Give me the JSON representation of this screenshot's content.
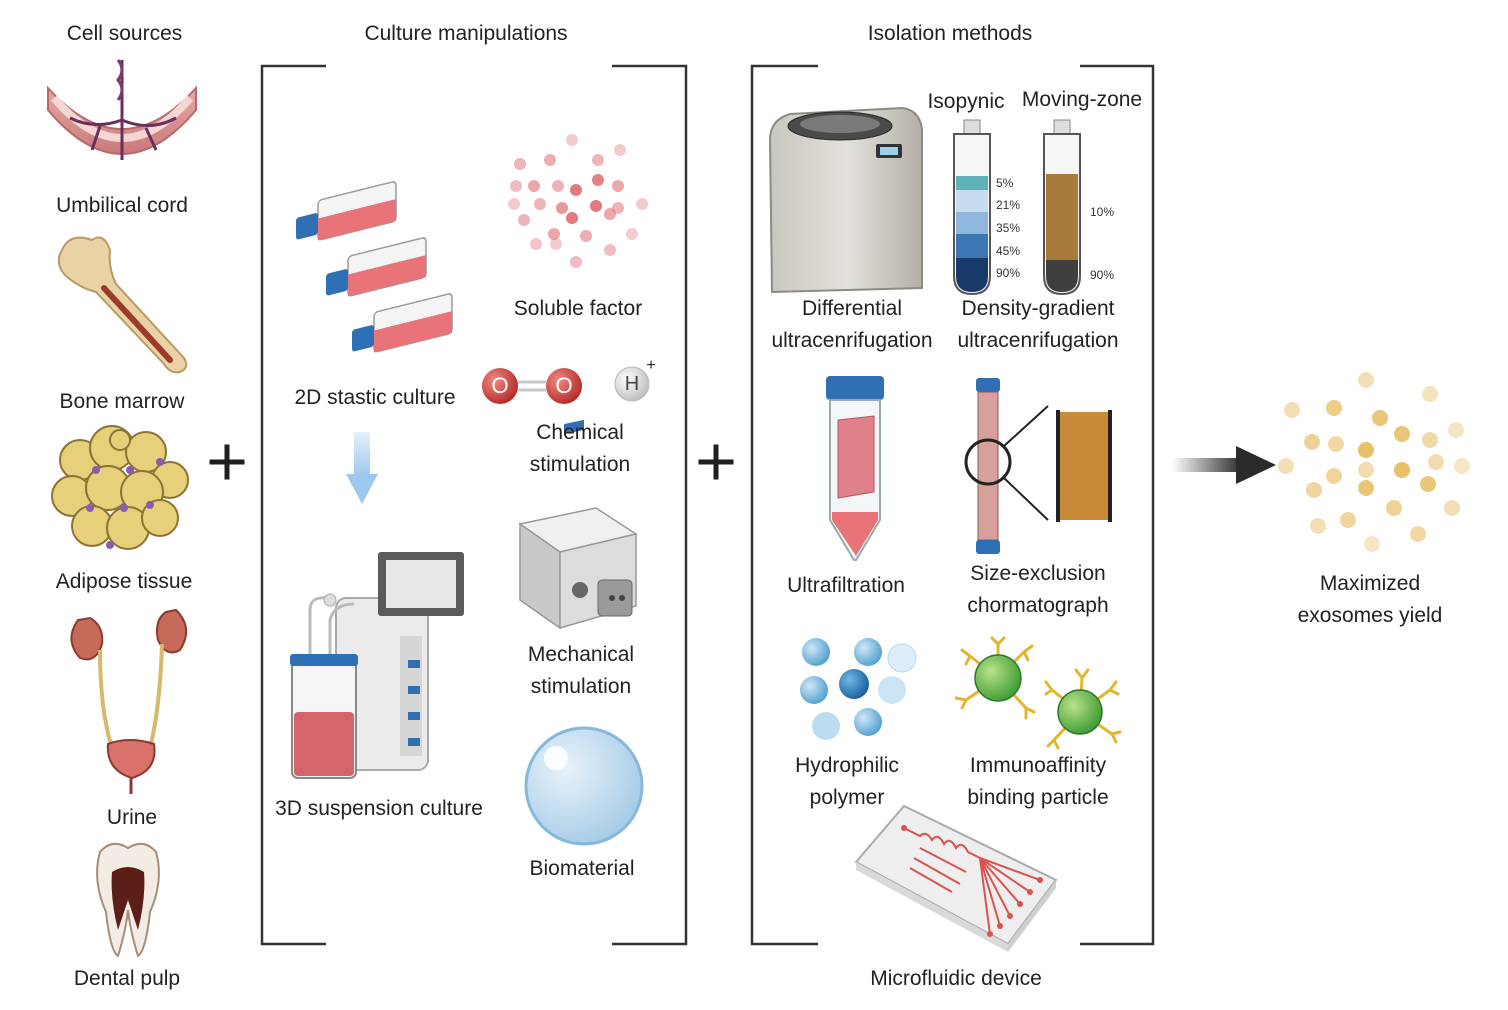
{
  "headers": {
    "cell_sources": "Cell sources",
    "culture_manipulations": "Culture manipulations",
    "isolation_methods": "Isolation methods"
  },
  "cell_sources": [
    {
      "label": "Umbilical cord",
      "icon": "umbilical-cord-icon"
    },
    {
      "label": "Bone marrow",
      "icon": "bone-icon"
    },
    {
      "label": "Adipose tissue",
      "icon": "adipose-cells-icon"
    },
    {
      "label": "Urine",
      "icon": "urinary-system-icon"
    },
    {
      "label": "Dental pulp",
      "icon": "tooth-icon"
    }
  ],
  "culture": {
    "static_2d": "2D stastic culture",
    "suspension_3d": "3D suspension culture",
    "soluble_factor": "Soluble factor",
    "chemical_line1": "Chemical",
    "chemical_line2": "stimulation",
    "mechanical_line1": "Mechanical",
    "mechanical_line2": "stimulation",
    "biomaterial": "Biomaterial",
    "o2_atom": "O",
    "h_atom": "H",
    "h_charge": "+"
  },
  "isolation": {
    "isopynic": "Isopynic",
    "moving_zone": "Moving-zone",
    "differential_line1": "Differential",
    "differential_line2": "ultracenrifugation",
    "density_line1": "Density-gradient",
    "density_line2": "ultracenrifugation",
    "ultrafiltration": "Ultrafiltration",
    "sec_line1": "Size-exclusion",
    "sec_line2": "chormatograph",
    "hydrophilic_line1": "Hydrophilic",
    "hydrophilic_line2": "polymer",
    "immuno_line1": "Immunoaffinity",
    "immuno_line2": "binding particle",
    "microfluidic": "Microfluidic device",
    "isopynic_gradient": [
      "5%",
      "21%",
      "35%",
      "45%",
      "90%"
    ],
    "moving_zone_gradient": [
      "10%",
      "90%"
    ]
  },
  "operators": {
    "plus": "+"
  },
  "result": {
    "line1": "Maximized",
    "line2": "exosomes yield"
  },
  "colors": {
    "flask_pink": "#e8747a",
    "cap_blue": "#2f6fb3",
    "exosome": "#e8c06a",
    "arrow": "#2b2b2b",
    "bracket": "#333333"
  }
}
